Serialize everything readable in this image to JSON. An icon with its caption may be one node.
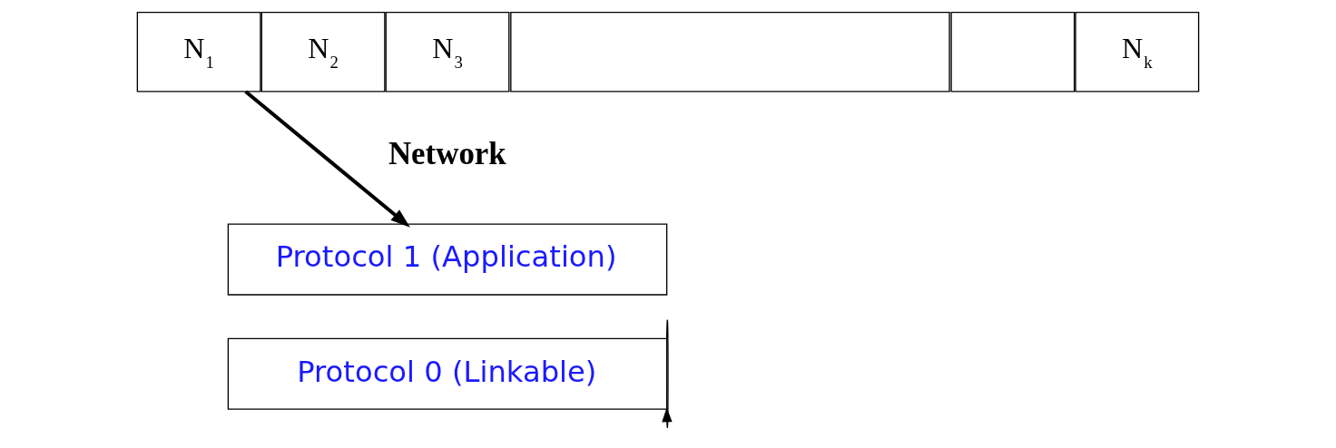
{
  "diagram": {
    "nodes": [
      {
        "text": [
          "N$_{1}$"
        ]
      },
      {
        "text": [
          "N$_{2}$"
        ]
      },
      {
        "text": [
          "N$_{3}$"
        ]
      },
      {
        "text": [],
        "shape": "box"
      },
      {
        "text": [],
        "shape": "box"
      },
      {
        "text": [
          "N$_{k}$"
        ]
      },
      {
        "text": [
          "Protocol 1 (Application)"
        ]
      },
      {
        "text": [
          "Protocol 0 (Linkable)"
        ]
      }
    ],
    "edges": [
      {
        "from": 0,
        "to": 6,
        "arrow": "to",
        "style": "thick"
      },
      {
        "from": 7,
        "to": 7,
        "arrow": "to"
      }
    ],
    "labels": [
      "Network"
    ]
  }
}
